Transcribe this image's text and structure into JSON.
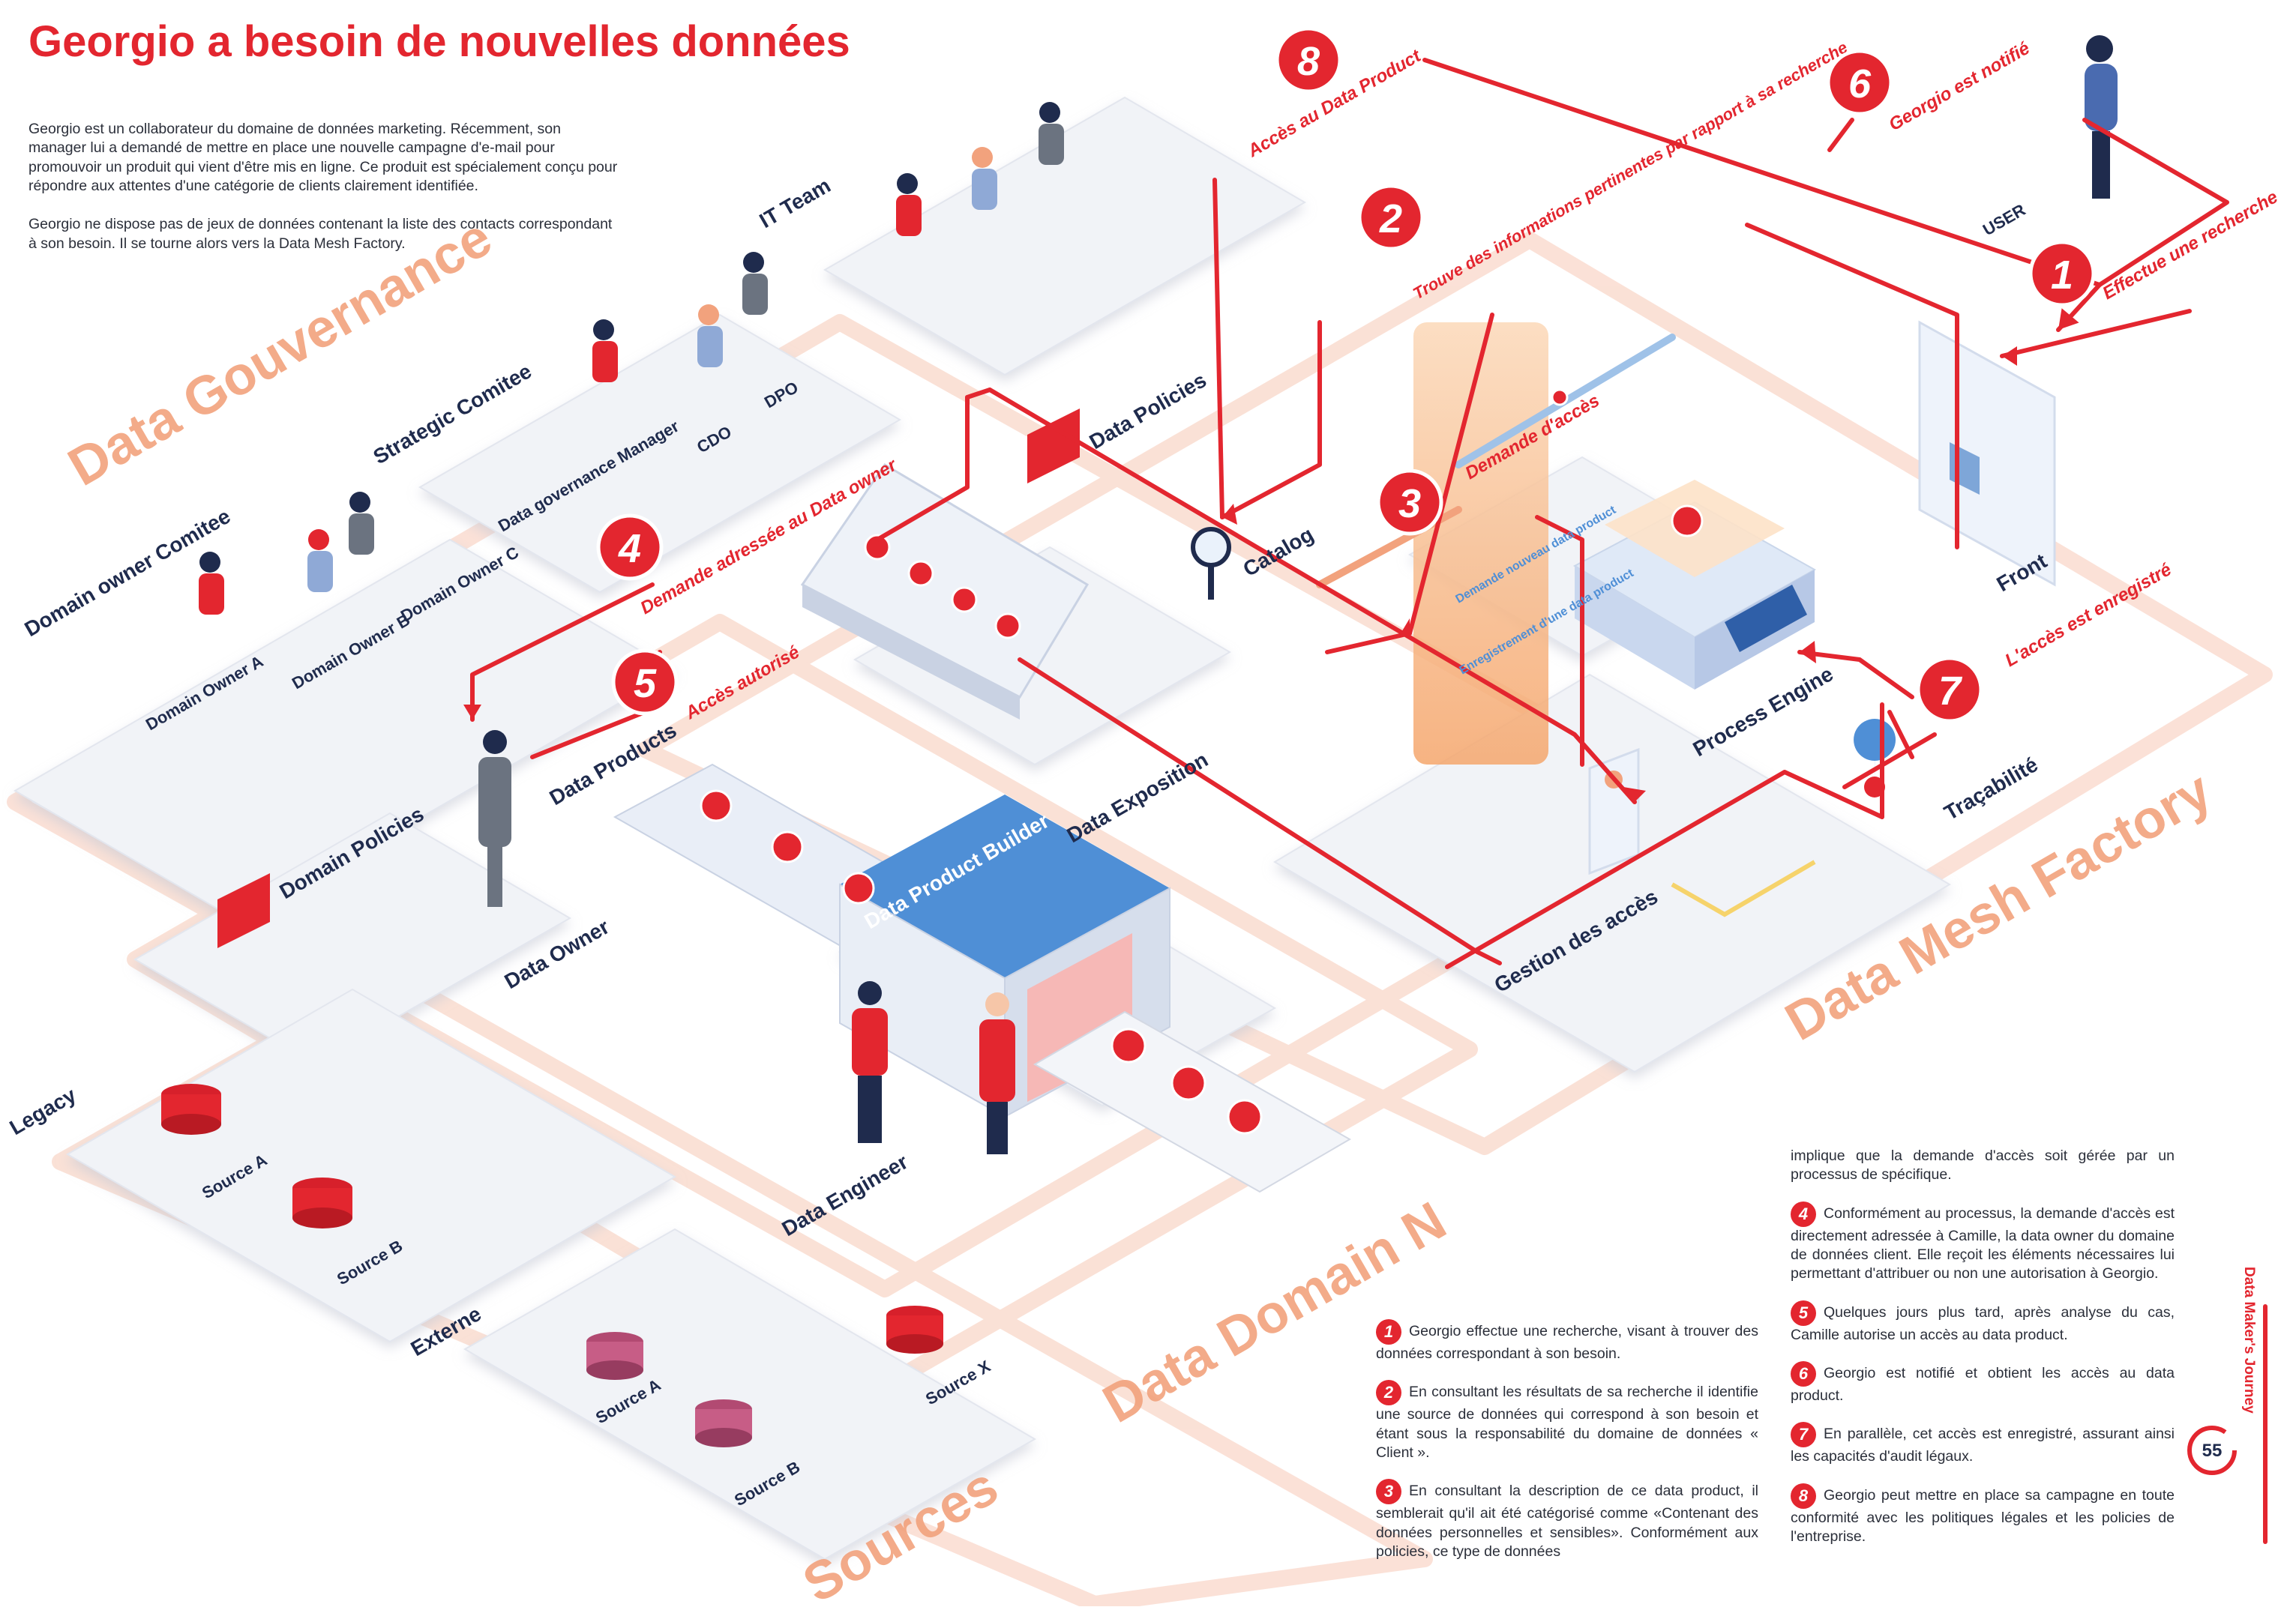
{
  "title": "Georgio a besoin de nouvelles données",
  "intro": {
    "p1": "Georgio est un collaborateur du domaine de données marketing. Récemment, son manager lui a demandé de mettre en place une nouvelle campagne d'e-mail pour promouvoir un produit qui vient d'être mis en ligne. Ce produit est spécialement conçu pour répondre aux attentes d'une catégorie de clients clairement identifiée.",
    "p2": "Georgio ne dispose pas de jeux de données contenant la liste des contacts correspondant à son besoin. Il se tourne alors vers la Data Mesh Factory."
  },
  "zones": {
    "governance": "Data Gouvernance",
    "factory": "Data Mesh Factory",
    "domain": "Data Domain N",
    "sources": "Sources"
  },
  "labels": {
    "it_team": "IT Team",
    "user": "USER",
    "strategic": "Strategic Comitee",
    "cdo": "CDO",
    "dpo": "DPO",
    "dgm": "Data governance Manager",
    "domain_owner_comitee": "Domain owner Comitee",
    "owner_a": "Domain Owner A",
    "owner_b": "Domain Owner B",
    "owner_c": "Domain Owner C",
    "data_policies": "Data Policies",
    "catalog": "Catalog",
    "front": "Front",
    "process_engine": "Process Engine",
    "tracabilite": "Traçabilité",
    "gestion_acces": "Gestion des accès",
    "data_exposition": "Data Exposition",
    "data_products": "Data Products",
    "data_product_builder": "Data Product Builder",
    "domain_policies": "Domain Policies",
    "data_owner": "Data Owner",
    "data_engineer": "Data Engineer",
    "legacy": "Legacy",
    "externe": "Externe",
    "source_a": "Source A",
    "source_b": "Source B",
    "source_x": "Source X",
    "demande_produit": "Demande nouveau data product",
    "enregistrement": "Enregistrement d'une data product"
  },
  "callouts": [
    {
      "num": "1",
      "text": "Effectue une recherche"
    },
    {
      "num": "2",
      "text": "Trouve des informations pertinentes par rapport à sa recherche"
    },
    {
      "num": "3",
      "text": "Demande d'accès"
    },
    {
      "num": "4",
      "text": "Demande adressée au Data owner"
    },
    {
      "num": "5",
      "text": "Accès autorisé"
    },
    {
      "num": "6",
      "text": "Georgio est notifié"
    },
    {
      "num": "7",
      "text": "L'accès est enregistré"
    },
    {
      "num": "8",
      "text": "Accès au Data Product"
    }
  ],
  "steps": [
    {
      "num": "1",
      "text": "Georgio effectue une recherche, visant à trouver des données correspondant à son besoin."
    },
    {
      "num": "2",
      "text": "En consultant les résultats de sa recherche il identifie une source de données qui correspond à son besoin et étant sous la responsabilité du domaine de données « Client »."
    },
    {
      "num": "3",
      "text": "En consultant la description de ce data product, il semblerait qu'il ait été catégorisé comme «Contenant des données personnelles et sensibles». Conformément aux policies, ce type de données"
    }
  ],
  "steps_right_intro": "implique que la demande d'accès soit gérée par un processus de spécifique.",
  "steps_right": [
    {
      "num": "4",
      "text": "Conformément au processus, la demande d'accès est directement adressée à Camille, la data owner du domaine de données client. Elle reçoit les éléments nécessaires lui permettant d'attribuer ou non une autorisation à Georgio."
    },
    {
      "num": "5",
      "text": "Quelques jours plus tard, après analyse du cas, Camille autorise un accès au data product."
    },
    {
      "num": "6",
      "text": "Georgio est notifié et obtient les accès au data product."
    },
    {
      "num": "7",
      "text": "En parallèle, cet accès est enregistré, assurant ainsi les capacités d'audit légaux."
    },
    {
      "num": "8",
      "text": "Georgio peut mettre en place sa campagne en toute conformité avec les politiques légales et les policies de l'entreprise."
    }
  ],
  "page_number": "55",
  "side_title": "Data Maker's Journey",
  "colors": {
    "red": "#e3262f",
    "navy": "#1f2b4d",
    "orange": "#f2a27d",
    "blue": "#4f8fd6",
    "platform": "#f1f3f7"
  }
}
